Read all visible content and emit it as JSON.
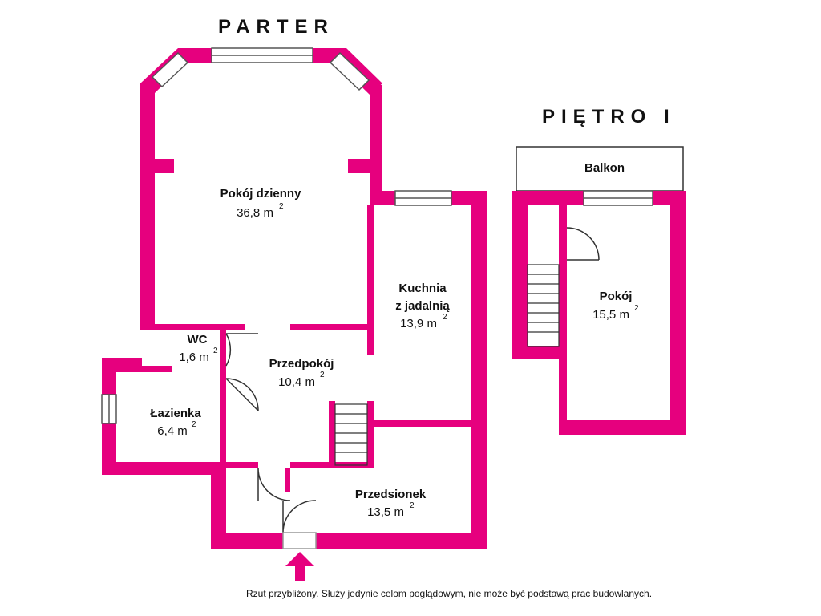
{
  "titles": {
    "ground": "PARTER",
    "first": "PIĘTRO I"
  },
  "area_unit": "m",
  "area_exp": "2",
  "rooms": {
    "living": {
      "name": "Pokój dzienny",
      "area": "36,8"
    },
    "kitchen": {
      "name_line1": "Kuchnia",
      "name_line2": "z jadalnią",
      "area": "13,9"
    },
    "wc": {
      "name": "WC",
      "area": "1,6"
    },
    "hall": {
      "name": "Przedpokój",
      "area": "10,4"
    },
    "bathroom": {
      "name": "Łazienka",
      "area": "6,4"
    },
    "vestibule": {
      "name": "Przedsionek",
      "area": "13,5"
    },
    "room": {
      "name": "Pokój",
      "area": "15,5"
    },
    "balcony": {
      "name": "Balkon"
    }
  },
  "footer_note": "Rzut przybliżony. Służy jedynie celom poglądowym, nie może być podstawą prac budowlanych.",
  "colors": {
    "wall": "#e6007e",
    "window_frame": "#555555",
    "stroke": "#333333"
  }
}
